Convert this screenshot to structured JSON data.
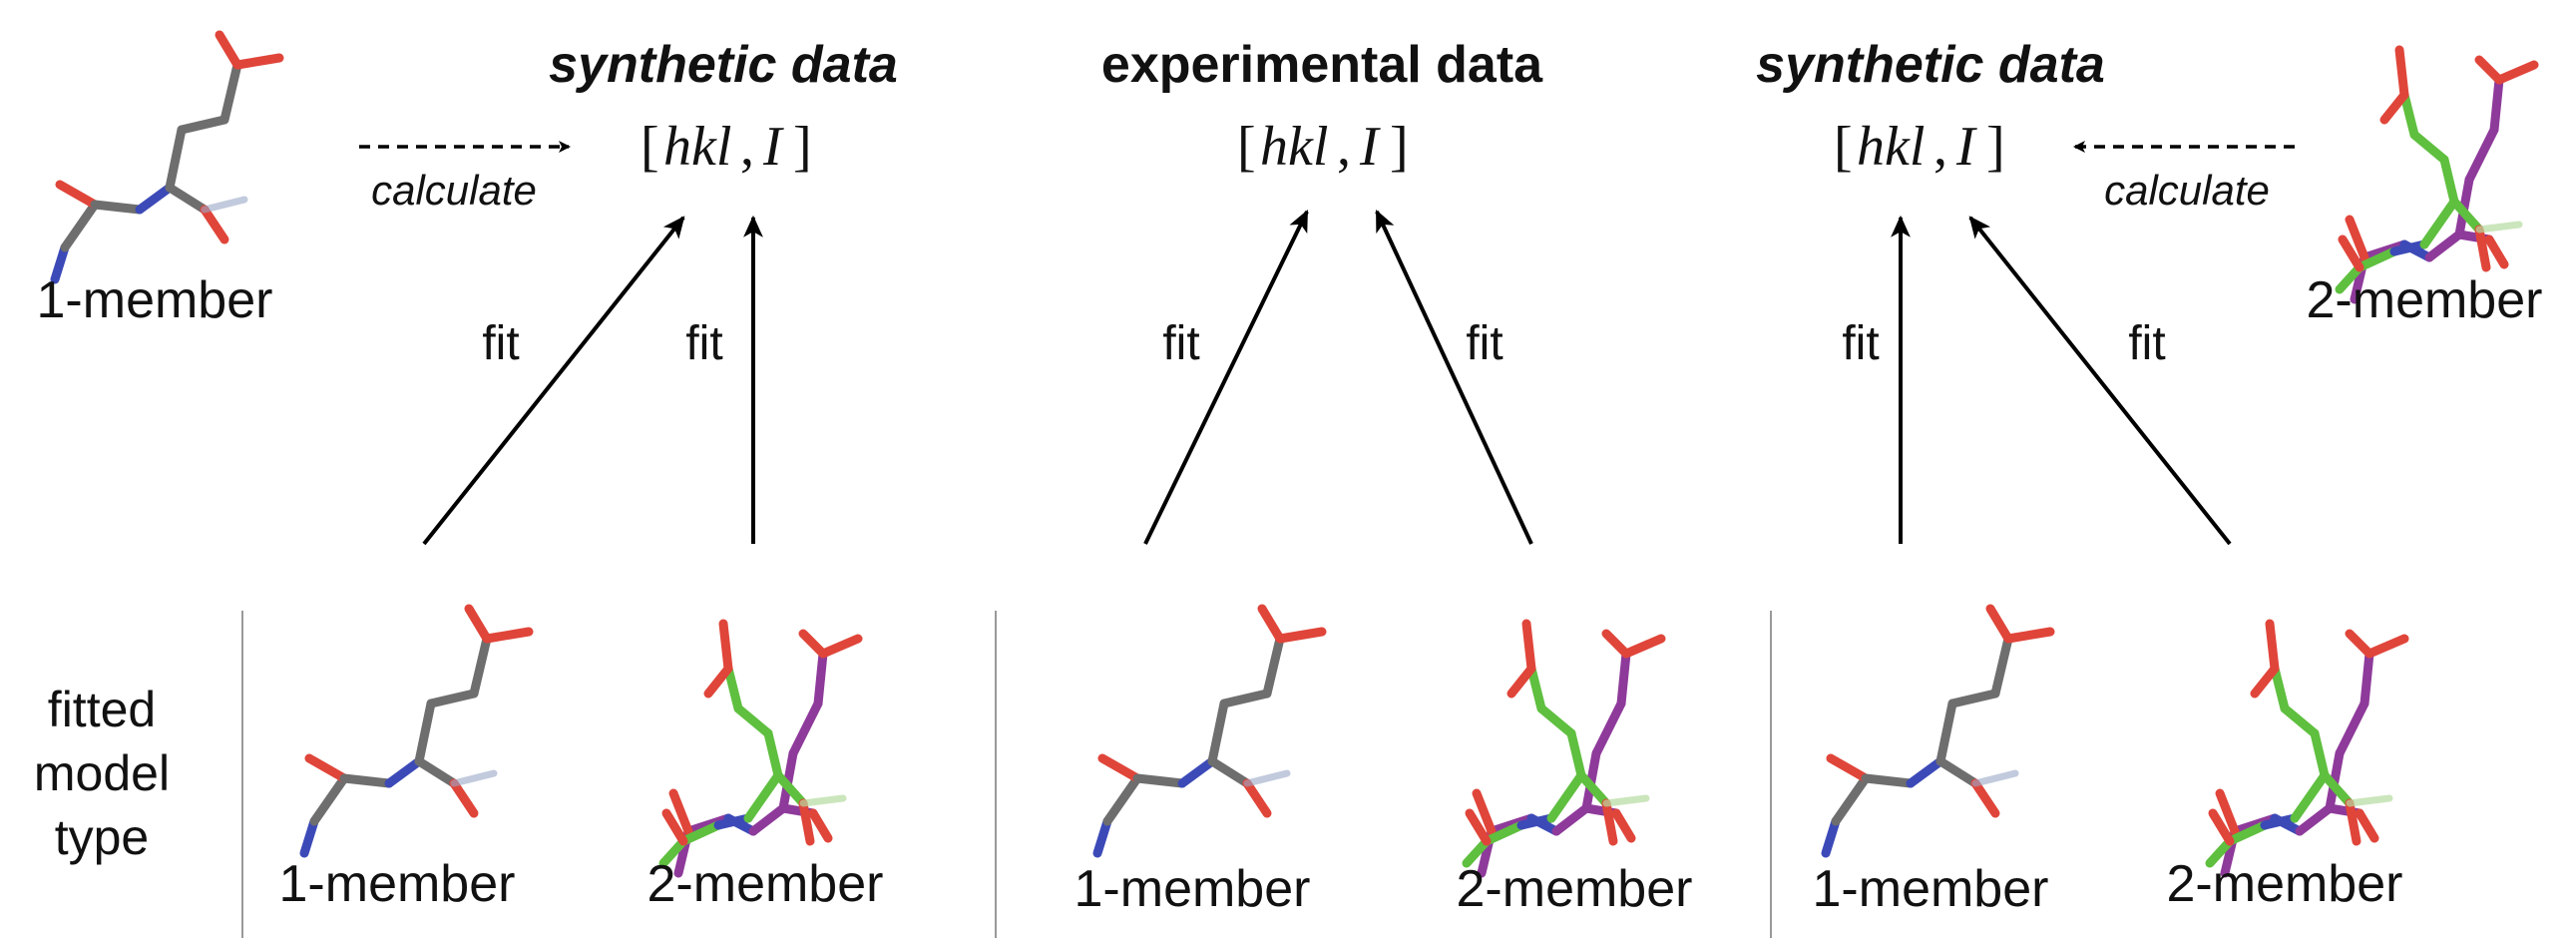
{
  "headers": {
    "left": "synthetic data",
    "middle": "experimental data",
    "right": "synthetic data"
  },
  "data_label": {
    "open": "[",
    "hkl": "hkl",
    "comma": ",",
    "intensity": "I",
    "close": "]"
  },
  "calc_label": "calculate",
  "fit_label": "fit",
  "source_models": {
    "left": "1-member",
    "right": "2-member"
  },
  "fitted_axis": [
    "fitted",
    "model",
    "type"
  ],
  "fitted_models": [
    "1-member",
    "2-member",
    "1-member",
    "2-member",
    "1-member",
    "2-member"
  ],
  "colors": {
    "gray_carbon": "#6e6e6e",
    "green_carbon": "#5fbf3f",
    "purple_carbon": "#8e3a9a",
    "oxygen": "#e0453a",
    "nitrogen": "#3c4ab8",
    "arrow": "#000000",
    "divider": "#999999"
  }
}
